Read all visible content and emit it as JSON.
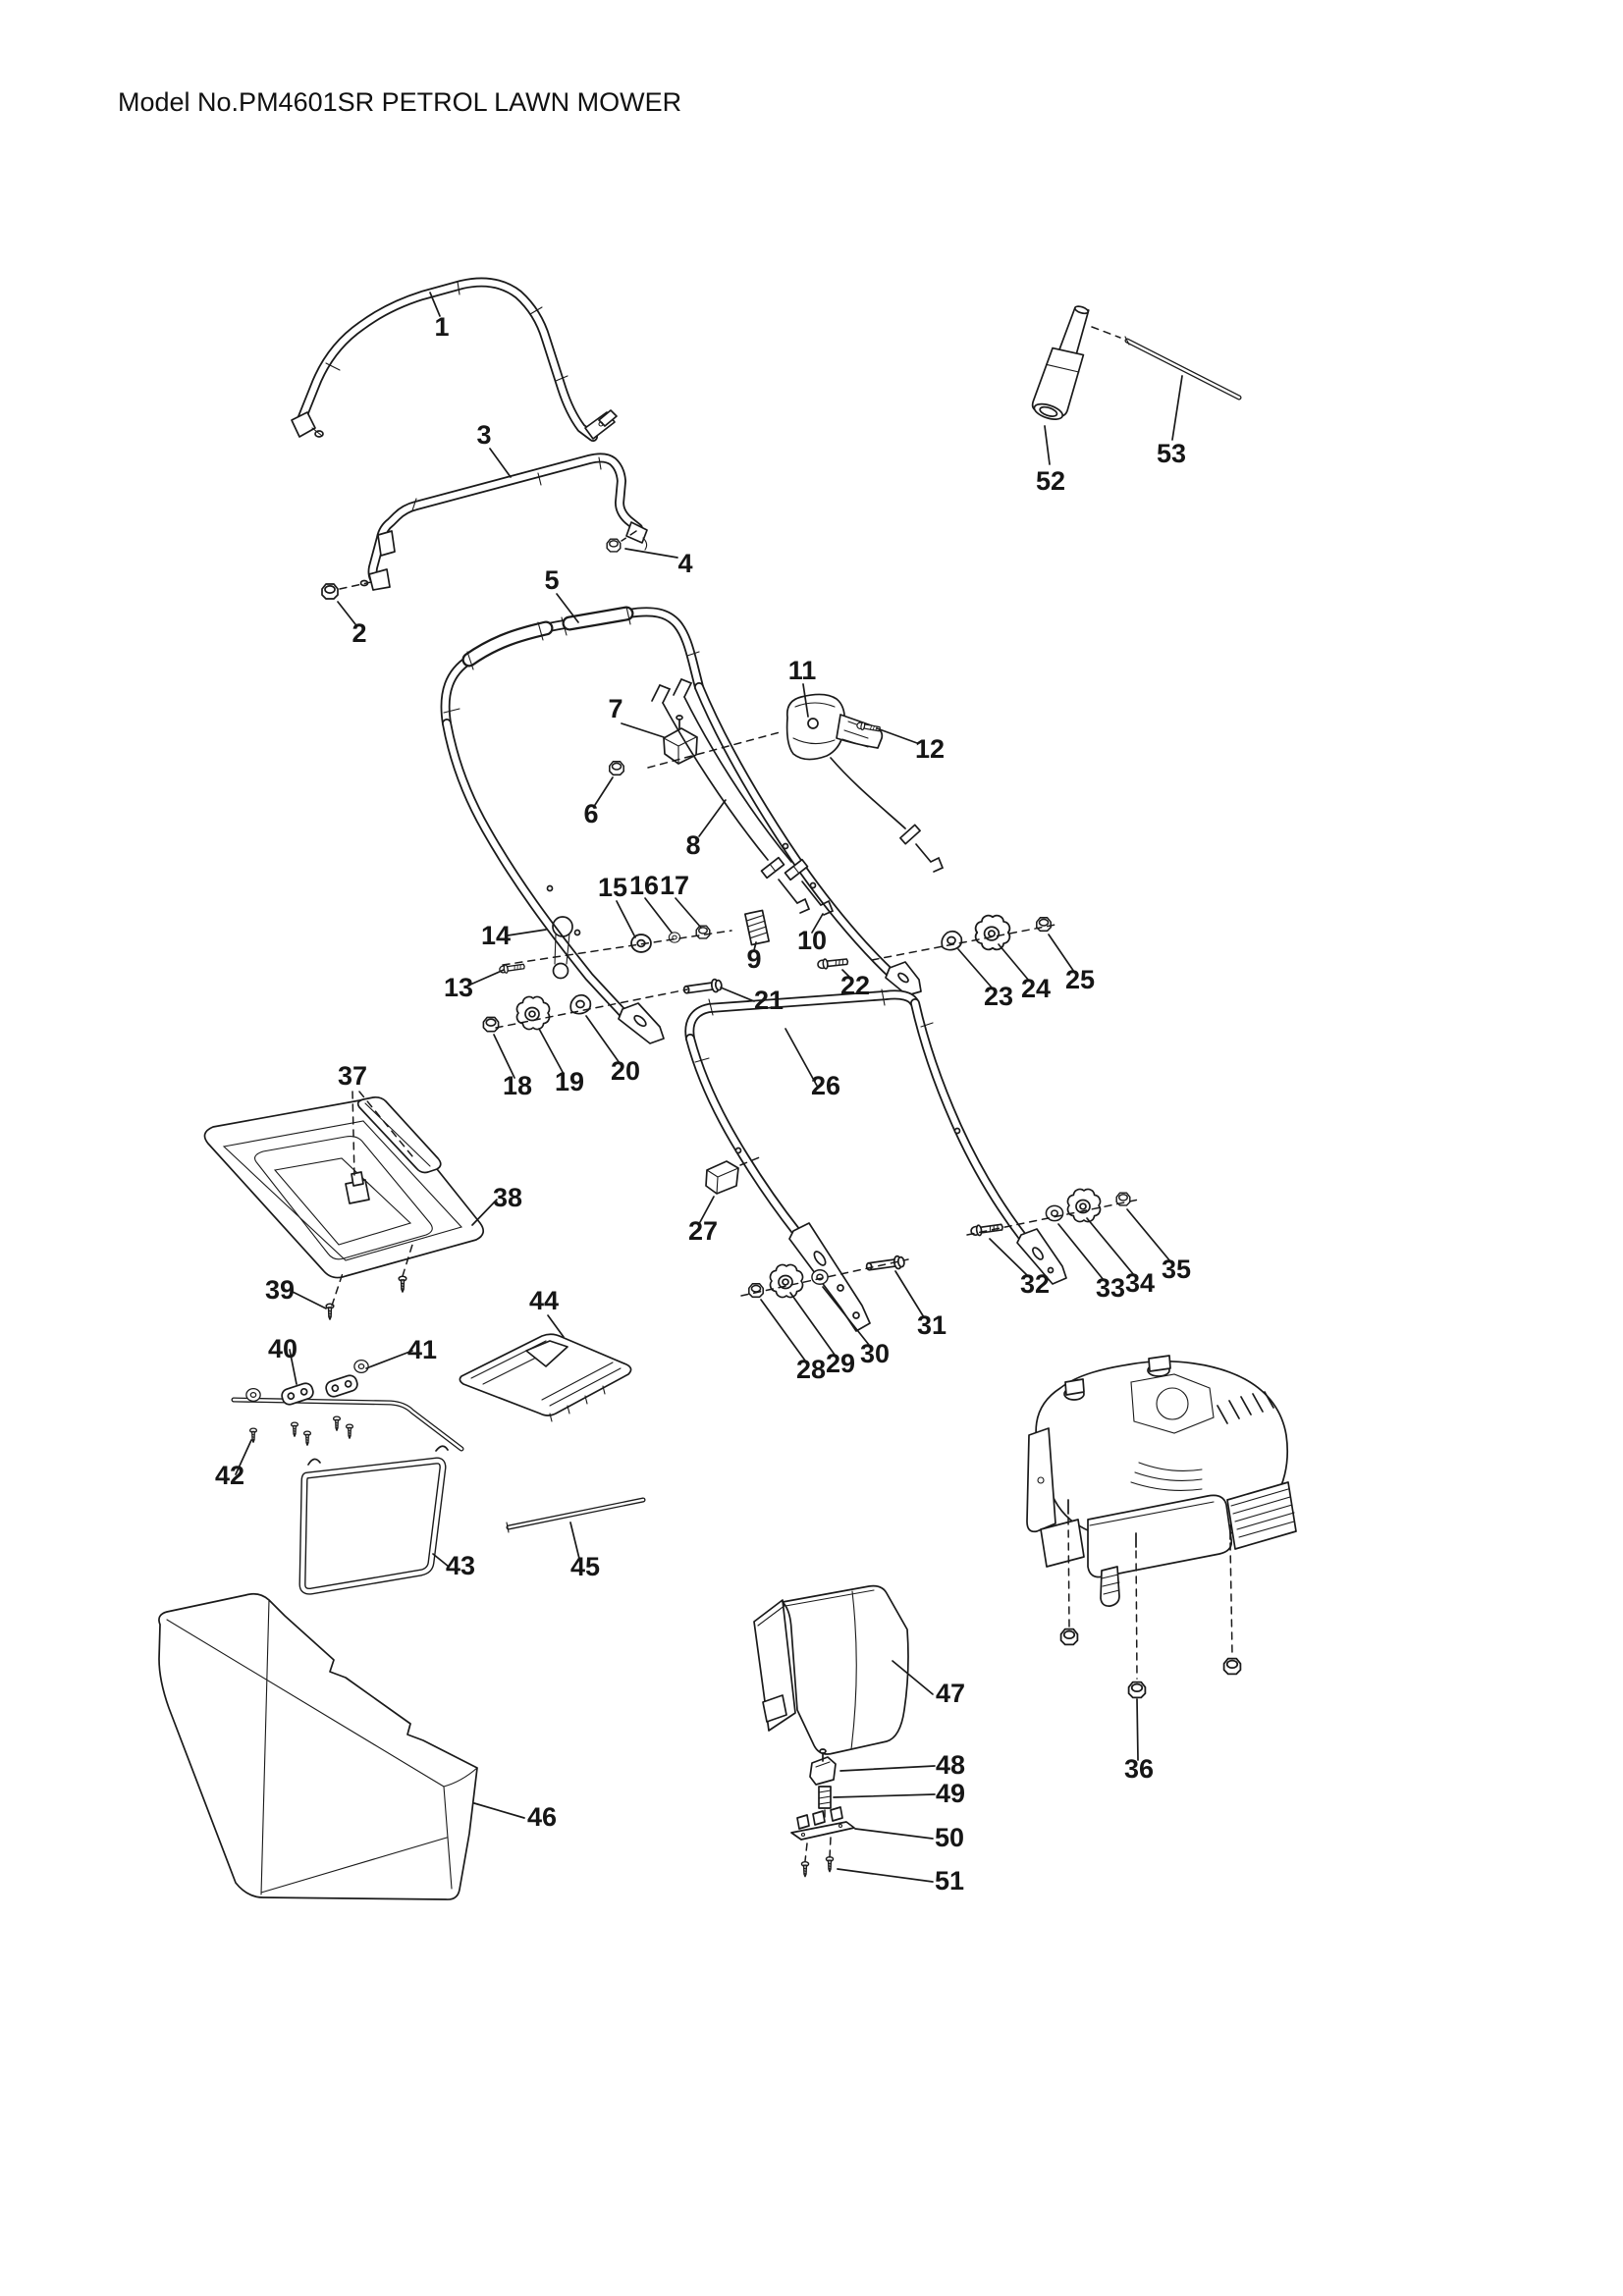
{
  "title": "Model No.PM4601SR PETROL LAWN MOWER",
  "diagram": {
    "type": "exploded-parts-diagram",
    "part_count": 53
  },
  "labels": {
    "p1": "1",
    "p2": "2",
    "p3": "3",
    "p4": "4",
    "p5": "5",
    "p6": "6",
    "p7": "7",
    "p8": "8",
    "p9": "9",
    "p10": "10",
    "p11": "11",
    "p12": "12",
    "p13": "13",
    "p14": "14",
    "p15": "15",
    "p16": "16",
    "p17": "17",
    "p18": "18",
    "p19": "19",
    "p20": "20",
    "p21": "21",
    "p22": "22",
    "p23": "23",
    "p24": "24",
    "p25": "25",
    "p26": "26",
    "p27": "27",
    "p28": "28",
    "p29": "29",
    "p30": "30",
    "p31": "31",
    "p32": "32",
    "p33": "33",
    "p34": "34",
    "p35": "35",
    "p36": "36",
    "p37": "37",
    "p38": "38",
    "p39": "39",
    "p40": "40",
    "p41": "41",
    "p42": "42",
    "p43": "43",
    "p44": "44",
    "p45": "45",
    "p46": "46",
    "p47": "47",
    "p48": "48",
    "p49": "49",
    "p50": "50",
    "p51": "51",
    "p52": "52",
    "p53": "53"
  }
}
